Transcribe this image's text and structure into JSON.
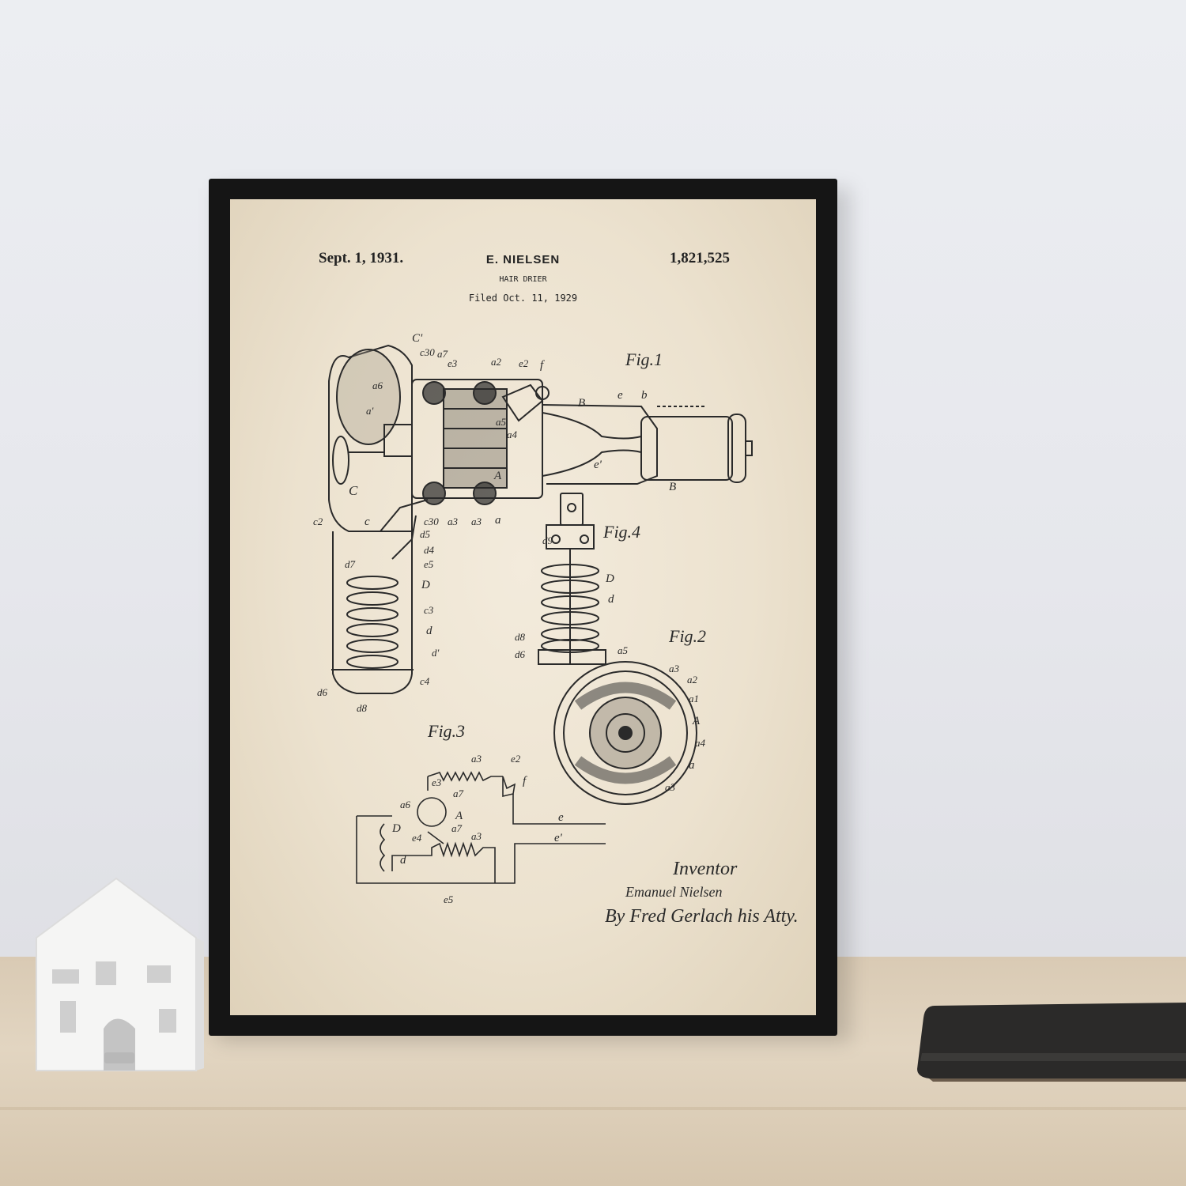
{
  "patent": {
    "date": "Sept. 1, 1931.",
    "inventor_name": "E. NIELSEN",
    "title": "HAIR DRIER",
    "filed": "Filed Oct. 11, 1929",
    "number": "1,821,525"
  },
  "figures": {
    "fig1": "Fig.1",
    "fig2": "Fig.2",
    "fig3": "Fig.3",
    "fig4": "Fig.4"
  },
  "labels": {
    "c_prime": "C'",
    "c30": "c30",
    "a7": "a7",
    "e3": "e3",
    "a2": "a2",
    "e2": "e2",
    "f": "f",
    "B": "B",
    "e": "e",
    "b": "b",
    "a6": "a6",
    "a_prime": "a'",
    "a5": "a5",
    "a4": "a4",
    "A": "A",
    "e_prime": "e'",
    "C": "C",
    "c2": "c2",
    "c": "c",
    "a3": "a3",
    "a": "a",
    "d5": "d5",
    "d4": "d4",
    "e5": "e5",
    "d7": "d7",
    "D": "D",
    "c3": "c3",
    "d": "d",
    "d_prime": "d'",
    "c4": "c4",
    "d6": "d6",
    "d8": "d8",
    "d9": "d9",
    "a1": "a1",
    "e4": "e4"
  },
  "signature": {
    "inventor_label": "Inventor",
    "name": "Emanuel Nielsen",
    "attorney": "By Fred Gerlach his Atty."
  },
  "colors": {
    "frame": "#151515",
    "paper": "#ece2cf",
    "ink": "#2a2a2a",
    "wall": "#e9eaee",
    "shelf": "#d9cab4"
  }
}
